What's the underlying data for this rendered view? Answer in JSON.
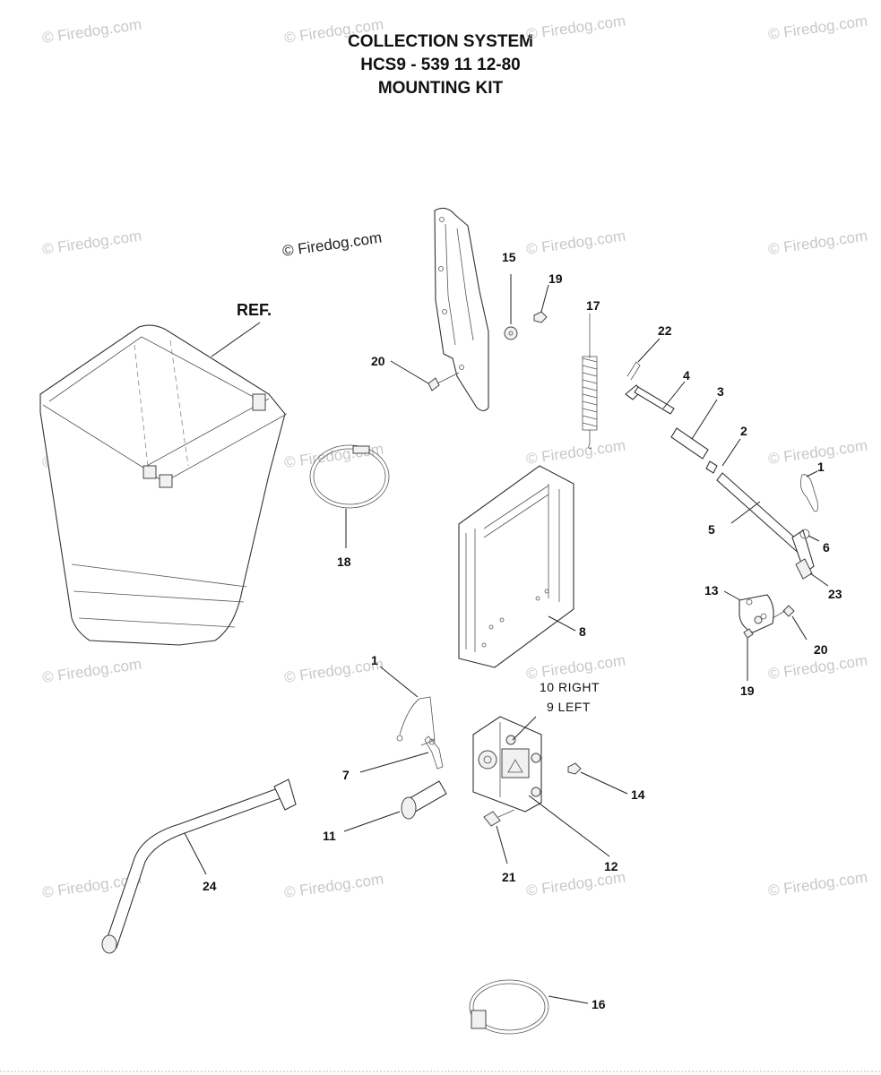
{
  "title_lines": [
    "COLLECTION SYSTEM",
    "HCS9 - 539 11 12-80",
    "MOUNTING KIT"
  ],
  "watermark": "© Firedog.com",
  "callouts": {
    "ref": "REF.",
    "p1a": "1",
    "p1b": "1",
    "p2": "2",
    "p3": "3",
    "p4": "4",
    "p5": "5",
    "p6": "6",
    "p7": "7",
    "p8": "8",
    "p10": "10 RIGHT",
    "p9": "9 LEFT",
    "p11": "11",
    "p12": "12",
    "p13": "13",
    "p14": "14",
    "p15": "15",
    "p16": "16",
    "p17": "17",
    "p18": "18",
    "p19a": "19",
    "p19b": "19",
    "p20a": "20",
    "p20b": "20",
    "p21": "21",
    "p22": "22",
    "p23": "23",
    "p24": "24"
  }
}
